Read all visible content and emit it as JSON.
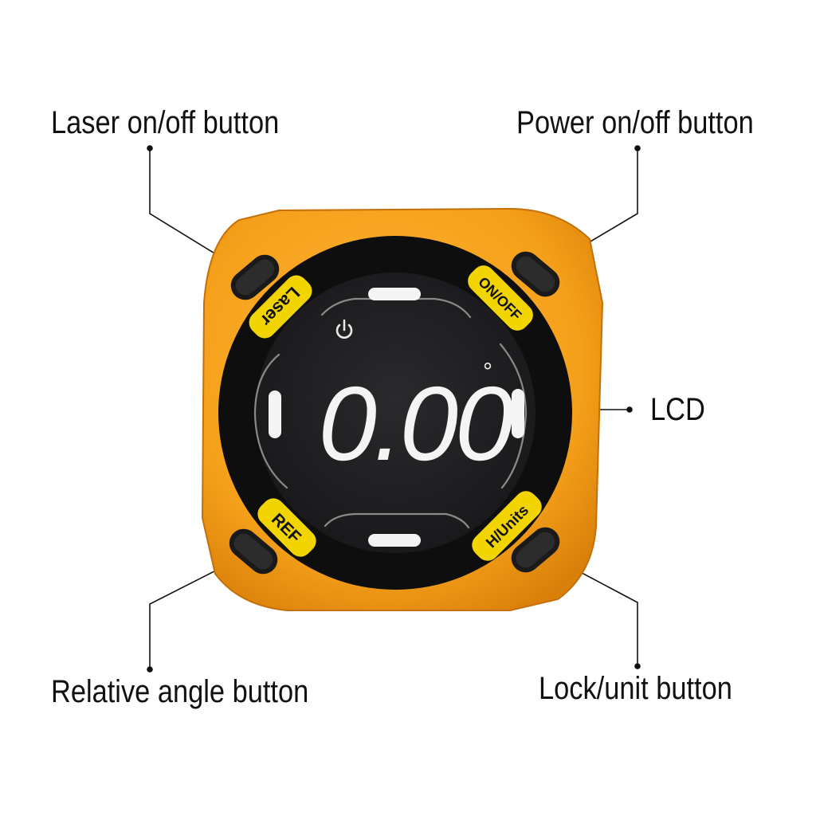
{
  "callouts": {
    "laser": "Laser on/off button",
    "power": "Power on/off button",
    "lcd": "LCD",
    "relative": "Relative angle button",
    "lock": "Lock/unit button"
  },
  "device": {
    "laser_label": "Laser",
    "onoff_label": "ON/OFF",
    "ref_label": "REF",
    "units_label": "H/Units",
    "reading": "0.00",
    "degree_symbol": "°"
  },
  "colors": {
    "body": "#f5a01a",
    "button_label_bg": "#f2d500",
    "screen": "#1c1c1e",
    "segment": "#f4f4f4"
  }
}
